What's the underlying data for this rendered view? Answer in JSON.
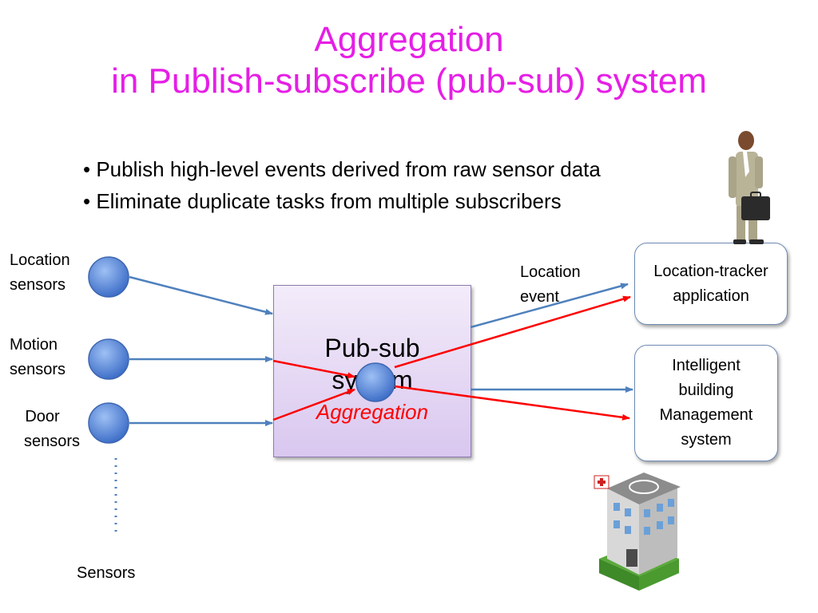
{
  "title": {
    "line1": "Aggregation",
    "line2": "in Publish-subscribe (pub-sub) system"
  },
  "bullets": [
    "Publish high-level events derived from raw sensor data",
    "Eliminate duplicate tasks from multiple subscribers"
  ],
  "sensors": {
    "location": [
      "Location",
      "sensors"
    ],
    "motion": [
      "Motion",
      "sensors"
    ],
    "door": [
      "Door",
      "sensors"
    ],
    "group_label": "Sensors"
  },
  "pubsub": {
    "line1": "Pub-sub",
    "line2": "system",
    "aggregation_label": "Aggregation"
  },
  "location_event": [
    "Location",
    "event"
  ],
  "subscribers": {
    "tracker": [
      "Location-tracker",
      "application"
    ],
    "building": [
      "Intelligent",
      "building",
      "Management",
      "system"
    ]
  },
  "colors": {
    "title": "#e61ee6",
    "aggregation": "#ff0000",
    "blue_arrow": "#4f81bd",
    "red_arrow": "#ff0000",
    "node": "#4f81d9"
  },
  "icons": [
    "businessman-icon",
    "hospital-building-icon"
  ]
}
